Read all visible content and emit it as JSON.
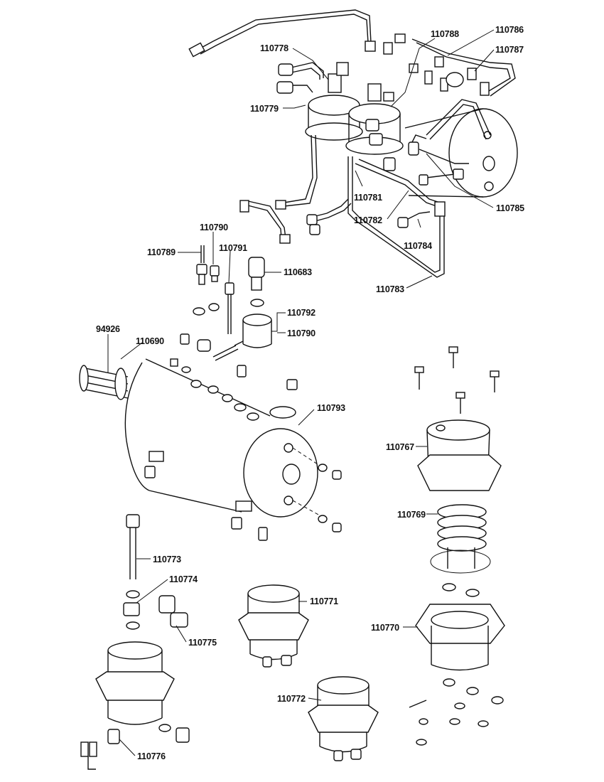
{
  "labels": {
    "p110778": "110778",
    "p110779": "110779",
    "p110788": "110788",
    "p110786": "110786",
    "p110787": "110787",
    "p110781": "110781",
    "p110782": "110782",
    "p110785": "110785",
    "p110784": "110784",
    "p110783": "110783",
    "p110790a": "110790",
    "p110789": "110789",
    "p110791": "110791",
    "p110683": "110683",
    "p110792": "110792",
    "p110790b": "110790",
    "p94926": "94926",
    "p110690": "110690",
    "p110793": "110793",
    "p110767": "110767",
    "p110769": "110769",
    "p110773": "110773",
    "p110774": "110774",
    "p110775": "110775",
    "p110771": "110771",
    "p110770": "110770",
    "p110772": "110772",
    "p110776": "110776"
  }
}
